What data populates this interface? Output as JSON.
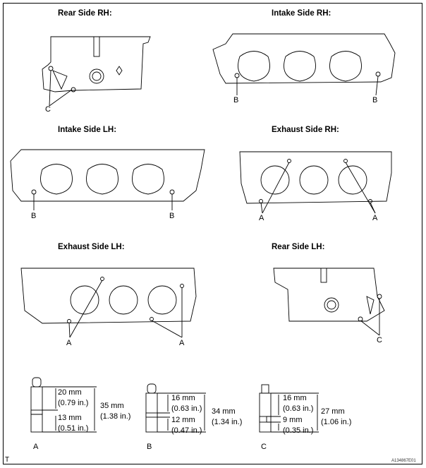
{
  "views": [
    {
      "title": "Rear Side RH:",
      "labels": [
        "C"
      ]
    },
    {
      "title": "Intake Side RH:",
      "labels": [
        "B",
        "B"
      ]
    },
    {
      "title": "Intake Side LH:",
      "labels": [
        "B",
        "B"
      ]
    },
    {
      "title": "Exhaust Side RH:",
      "labels": [
        "A",
        "A"
      ]
    },
    {
      "title": "Exhaust Side LH:",
      "labels": [
        "A",
        "A"
      ]
    },
    {
      "title": "Rear Side LH:",
      "labels": [
        "C"
      ]
    }
  ],
  "studs": [
    {
      "label": "A",
      "upper_mm": "20 mm",
      "upper_in": "(0.79 in.)",
      "lower_mm": "13 mm",
      "lower_in": "(0.51 in.)",
      "total_mm": "35 mm",
      "total_in": "(1.38 in.)"
    },
    {
      "label": "B",
      "upper_mm": "16 mm",
      "upper_in": "(0.63 in.)",
      "lower_mm": "12 mm",
      "lower_in": "(0.47 in.)",
      "total_mm": "34 mm",
      "total_in": "(1.34 in.)"
    },
    {
      "label": "C",
      "upper_mm": "16 mm",
      "upper_in": "(0.63 in.)",
      "lower_mm": "9 mm",
      "lower_in": "(0.35 in.)",
      "total_mm": "27 mm",
      "total_in": "(1.06 in.)"
    }
  ],
  "footer": {
    "left": "T",
    "code": "A134867E01"
  }
}
